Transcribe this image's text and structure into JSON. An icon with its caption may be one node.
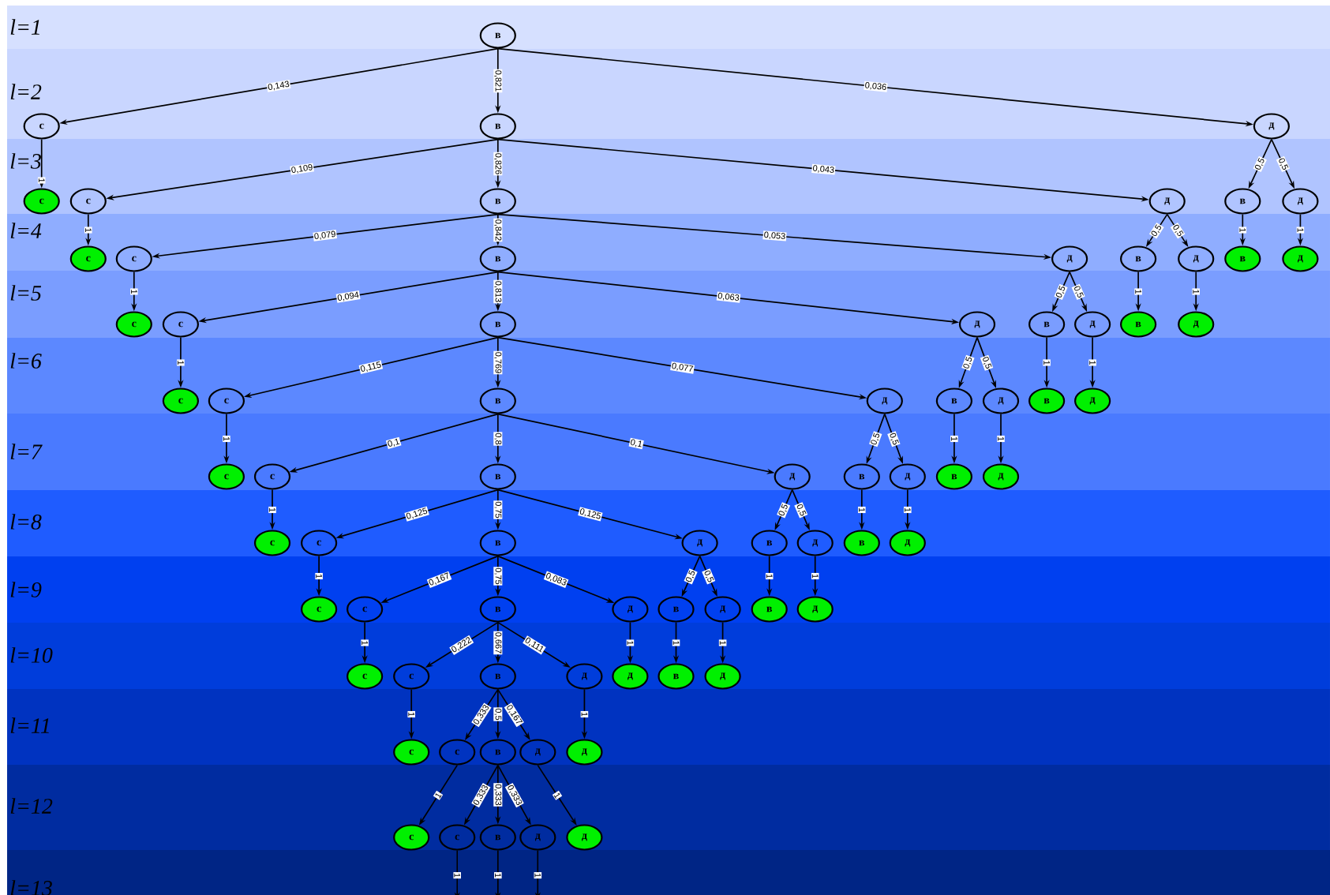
{
  "diagram": {
    "nodes": [
      {
        "text": [
          "в"
        ]
      },
      {
        "text": [
          "с"
        ]
      },
      {
        "text": [
          "в"
        ]
      },
      {
        "text": [
          "д"
        ]
      },
      {
        "text": [
          "с"
        ]
      },
      {
        "text": [
          "с"
        ]
      },
      {
        "text": [
          "в"
        ]
      },
      {
        "text": [
          "д"
        ]
      },
      {
        "text": [
          "в"
        ]
      },
      {
        "text": [
          "д"
        ]
      },
      {
        "text": [
          "с"
        ]
      },
      {
        "text": [
          "с"
        ]
      },
      {
        "text": [
          "в"
        ]
      },
      {
        "text": [
          "д"
        ]
      },
      {
        "text": [
          "в"
        ]
      },
      {
        "text": [
          "д"
        ]
      },
      {
        "text": [
          "в"
        ]
      },
      {
        "text": [
          "д"
        ]
      },
      {
        "text": [
          "с"
        ]
      },
      {
        "text": [
          "с"
        ]
      },
      {
        "text": [
          "в"
        ]
      },
      {
        "text": [
          "д"
        ]
      },
      {
        "text": [
          "в"
        ]
      },
      {
        "text": [
          "д"
        ]
      },
      {
        "text": [
          "в"
        ]
      },
      {
        "text": [
          "д"
        ]
      },
      {
        "text": [
          "с"
        ]
      },
      {
        "text": [
          "с"
        ]
      },
      {
        "text": [
          "в"
        ]
      },
      {
        "text": [
          "д"
        ]
      },
      {
        "text": [
          "в"
        ]
      },
      {
        "text": [
          "д"
        ]
      },
      {
        "text": [
          "в"
        ]
      },
      {
        "text": [
          "д"
        ]
      },
      {
        "text": [
          "с"
        ]
      },
      {
        "text": [
          "с"
        ]
      },
      {
        "text": [
          "в"
        ]
      },
      {
        "text": [
          "д"
        ]
      },
      {
        "text": [
          "в"
        ]
      },
      {
        "text": [
          "д"
        ]
      },
      {
        "text": [
          "в"
        ]
      },
      {
        "text": [
          "д"
        ]
      },
      {
        "text": [
          "с"
        ]
      },
      {
        "text": [
          "с"
        ]
      },
      {
        "text": [
          "в"
        ]
      },
      {
        "text": [
          "д"
        ]
      },
      {
        "text": [
          "в"
        ]
      },
      {
        "text": [
          "д"
        ]
      },
      {
        "text": [
          "в"
        ]
      },
      {
        "text": [
          "д"
        ]
      },
      {
        "text": [
          "с"
        ]
      },
      {
        "text": [
          "с"
        ]
      },
      {
        "text": [
          "в"
        ]
      },
      {
        "text": [
          "д"
        ]
      },
      {
        "text": [
          "в"
        ]
      },
      {
        "text": [
          "д"
        ]
      },
      {
        "text": [
          "в"
        ]
      },
      {
        "text": [
          "д"
        ]
      },
      {
        "text": [
          "с"
        ]
      },
      {
        "text": [
          "с"
        ]
      },
      {
        "text": [
          "в"
        ]
      },
      {
        "text": [
          "д"
        ]
      },
      {
        "text": [
          "д"
        ]
      },
      {
        "text": [
          "в"
        ]
      },
      {
        "text": [
          "д"
        ]
      },
      {
        "text": [
          "с"
        ]
      },
      {
        "text": [
          "с"
        ]
      },
      {
        "text": [
          "в"
        ]
      },
      {
        "text": [
          "д"
        ]
      },
      {
        "text": [
          "д"
        ]
      },
      {
        "text": [
          "с"
        ]
      },
      {
        "text": [
          "с"
        ]
      },
      {
        "text": [
          "в"
        ]
      },
      {
        "text": [
          "д"
        ]
      },
      {
        "text": [
          "д"
        ]
      }
    ],
    "edges": [
      {
        "from": 0,
        "to": 1,
        "arrow": "to",
        "label": "0,143"
      },
      {
        "from": 0,
        "to": 2,
        "arrow": "to",
        "label": "0,821"
      },
      {
        "from": 0,
        "to": 3,
        "arrow": "to",
        "label": "0,036"
      },
      {
        "from": 1,
        "to": 4,
        "arrow": "to",
        "label": "1"
      },
      {
        "from": 2,
        "to": 5,
        "arrow": "to",
        "label": "0,109"
      },
      {
        "from": 2,
        "to": 6,
        "arrow": "to",
        "label": "0,826"
      },
      {
        "from": 2,
        "to": 7,
        "arrow": "to",
        "label": "0,043"
      },
      {
        "from": 3,
        "to": 8,
        "arrow": "to",
        "label": "0,5"
      },
      {
        "from": 3,
        "to": 9,
        "arrow": "to",
        "label": "0,5"
      },
      {
        "from": 5,
        "to": 10,
        "arrow": "to",
        "label": "1"
      },
      {
        "from": 6,
        "to": 11,
        "arrow": "to",
        "label": "0,079"
      },
      {
        "from": 6,
        "to": 12,
        "arrow": "to",
        "label": "0,842"
      },
      {
        "from": 6,
        "to": 13,
        "arrow": "to",
        "label": "0,053"
      },
      {
        "from": 7,
        "to": 14,
        "arrow": "to",
        "label": "0,5"
      },
      {
        "from": 7,
        "to": 15,
        "arrow": "to",
        "label": "0,5"
      },
      {
        "from": 8,
        "to": 16,
        "arrow": "to",
        "label": "1"
      },
      {
        "from": 9,
        "to": 17,
        "arrow": "to",
        "label": "1"
      },
      {
        "from": 11,
        "to": 18,
        "arrow": "to",
        "label": "1"
      },
      {
        "from": 12,
        "to": 19,
        "arrow": "to",
        "label": "0,094"
      },
      {
        "from": 12,
        "to": 20,
        "arrow": "to",
        "label": "0,813"
      },
      {
        "from": 12,
        "to": 21,
        "arrow": "to",
        "label": "0,063"
      },
      {
        "from": 13,
        "to": 22,
        "arrow": "to",
        "label": "0,5"
      },
      {
        "from": 13,
        "to": 23,
        "arrow": "to",
        "label": "0,5"
      },
      {
        "from": 14,
        "to": 24,
        "arrow": "to",
        "label": "1"
      },
      {
        "from": 15,
        "to": 25,
        "arrow": "to",
        "label": "1"
      },
      {
        "from": 19,
        "to": 26,
        "arrow": "to",
        "label": "1"
      },
      {
        "from": 20,
        "to": 27,
        "arrow": "to",
        "label": "0,115"
      },
      {
        "from": 20,
        "to": 28,
        "arrow": "to",
        "label": "0,769"
      },
      {
        "from": 20,
        "to": 29,
        "arrow": "to",
        "label": "0,077"
      },
      {
        "from": 21,
        "to": 30,
        "arrow": "to",
        "label": "0,5"
      },
      {
        "from": 21,
        "to": 31,
        "arrow": "to",
        "label": "0,5"
      },
      {
        "from": 22,
        "to": 32,
        "arrow": "to",
        "label": "1"
      },
      {
        "from": 23,
        "to": 33,
        "arrow": "to",
        "label": "1"
      },
      {
        "from": 27,
        "to": 34,
        "arrow": "to",
        "label": "1"
      },
      {
        "from": 28,
        "to": 35,
        "arrow": "to",
        "label": "0,1"
      },
      {
        "from": 28,
        "to": 36,
        "arrow": "to",
        "label": "0,8"
      },
      {
        "from": 28,
        "to": 37,
        "arrow": "to",
        "label": "0,1"
      },
      {
        "from": 29,
        "to": 38,
        "arrow": "to",
        "label": "0,5"
      },
      {
        "from": 29,
        "to": 39,
        "arrow": "to",
        "label": "0,5"
      },
      {
        "from": 30,
        "to": 40,
        "arrow": "to",
        "label": "1"
      },
      {
        "from": 31,
        "to": 41,
        "arrow": "to",
        "label": "1"
      },
      {
        "from": 35,
        "to": 42,
        "arrow": "to",
        "label": "1"
      },
      {
        "from": 36,
        "to": 43,
        "arrow": "to",
        "label": "0,125"
      },
      {
        "from": 36,
        "to": 44,
        "arrow": "to",
        "label": "0,75"
      },
      {
        "from": 36,
        "to": 45,
        "arrow": "to",
        "label": "0,125"
      },
      {
        "from": 37,
        "to": 46,
        "arrow": "to",
        "label": "0,5"
      },
      {
        "from": 37,
        "to": 47,
        "arrow": "to",
        "label": "0,5"
      },
      {
        "from": 38,
        "to": 48,
        "arrow": "to",
        "label": "1"
      },
      {
        "from": 39,
        "to": 49,
        "arrow": "to",
        "label": "1"
      },
      {
        "from": 43,
        "to": 50,
        "arrow": "to",
        "label": "1"
      },
      {
        "from": 44,
        "to": 51,
        "arrow": "to",
        "label": "0,167"
      },
      {
        "from": 44,
        "to": 52,
        "arrow": "to",
        "label": "0,75"
      },
      {
        "from": 44,
        "to": 53,
        "arrow": "to",
        "label": "0,083"
      },
      {
        "from": 45,
        "to": 54,
        "arrow": "to",
        "label": "0,5"
      },
      {
        "from": 45,
        "to": 55,
        "arrow": "to",
        "label": "0,5"
      },
      {
        "from": 46,
        "to": 56,
        "arrow": "to",
        "label": "1"
      },
      {
        "from": 47,
        "to": 57,
        "arrow": "to",
        "label": "1"
      },
      {
        "from": 51,
        "to": 58,
        "arrow": "to",
        "label": "1"
      },
      {
        "from": 52,
        "to": 59,
        "arrow": "to",
        "label": "0,222"
      },
      {
        "from": 52,
        "to": 60,
        "arrow": "to",
        "label": "0,667"
      },
      {
        "from": 52,
        "to": 61,
        "arrow": "to",
        "label": "0,111"
      },
      {
        "from": 53,
        "to": 62,
        "arrow": "to",
        "label": "1"
      },
      {
        "from": 54,
        "to": 63,
        "arrow": "to",
        "label": "1"
      },
      {
        "from": 55,
        "to": 64,
        "arrow": "to",
        "label": "1"
      },
      {
        "from": 59,
        "to": 65,
        "arrow": "to",
        "label": "1"
      },
      {
        "from": 60,
        "to": 66,
        "arrow": "to",
        "label": "0,333"
      },
      {
        "from": 60,
        "to": 67,
        "arrow": "to",
        "label": "0,5"
      },
      {
        "from": 60,
        "to": 68,
        "arrow": "to",
        "label": "0,167"
      },
      {
        "from": 61,
        "to": 69,
        "arrow": "to",
        "label": "1"
      },
      {
        "from": 66,
        "to": 70,
        "arrow": "to",
        "label": "1"
      },
      {
        "from": 67,
        "to": 71,
        "arrow": "to",
        "label": "0,333"
      },
      {
        "from": 67,
        "to": 72,
        "arrow": "to",
        "label": "0,333"
      },
      {
        "from": 67,
        "to": 73,
        "arrow": "to",
        "label": "0,333"
      },
      {
        "from": 68,
        "to": 74,
        "arrow": "to",
        "label": "1"
      },
      {
        "from": 71,
        "to": null,
        "arrow": "to",
        "label": "1"
      },
      {
        "from": 72,
        "to": null,
        "arrow": "to",
        "label": "1"
      },
      {
        "from": 73,
        "to": null,
        "arrow": "to",
        "label": "1"
      }
    ],
    "labels": [
      "l=1",
      "l=2",
      "l=3",
      "l=4",
      "l=5",
      "l=6",
      "l=7",
      "l=8",
      "l=9",
      "l=10",
      "l=11",
      "l=12",
      "l=13"
    ]
  }
}
